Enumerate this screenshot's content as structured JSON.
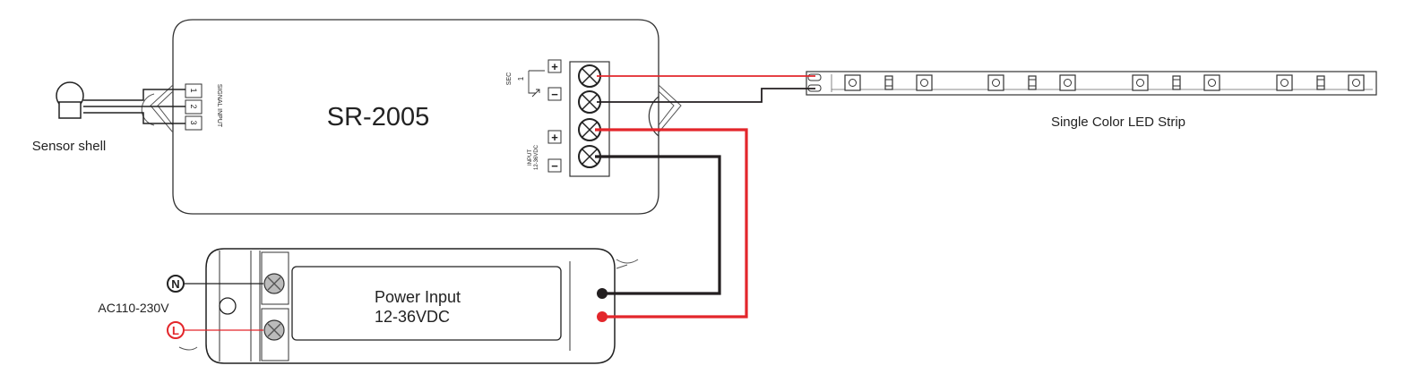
{
  "controller": {
    "model": "SR-2005",
    "signal_input_label": "SIGNAL INPUT",
    "signal_terminals": [
      "1",
      "2",
      "3"
    ],
    "sec_label": "SEC",
    "sec_number": "1",
    "input_label_line1": "INPUT",
    "input_label_line2": "12-36VDC",
    "plus_sign": "+",
    "minus_sign": "−"
  },
  "sensor": {
    "label": "Sensor shell"
  },
  "led_strip": {
    "label": "Single Color LED Strip"
  },
  "power_supply": {
    "title_line1": "Power Input",
    "title_line2": "12-36VDC",
    "ac_label": "AC110-230V",
    "neutral_symbol": "N",
    "live_symbol": "L"
  },
  "colors": {
    "positive_wire": "#e3262b",
    "negative_wire": "#231f20",
    "outline": "#333333"
  }
}
